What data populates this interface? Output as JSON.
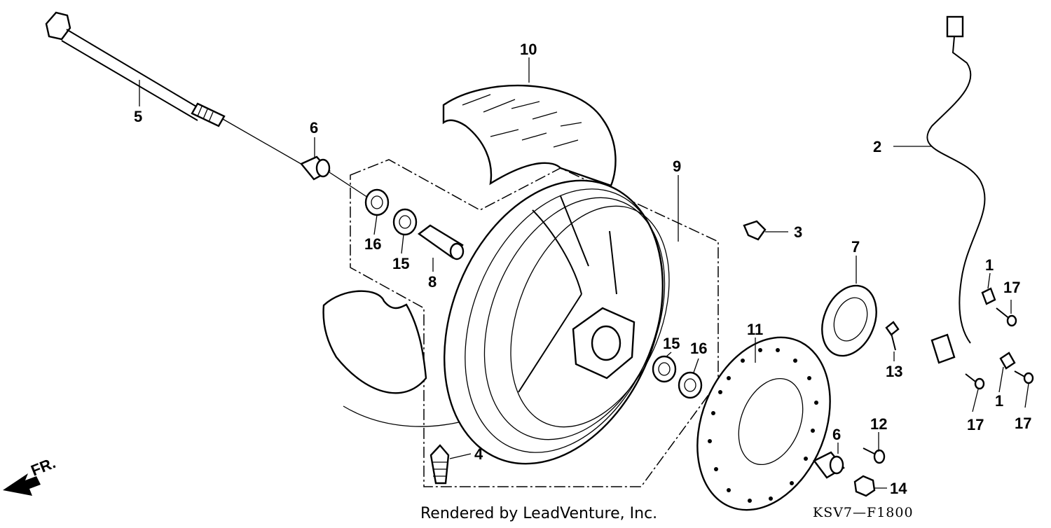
{
  "credit": "Rendered by LeadVenture, Inc.",
  "diagram_code": "KSV7—F1800",
  "front_marker": "FR.",
  "callouts": [
    "1",
    "1",
    "2",
    "3",
    "4",
    "5",
    "6",
    "6",
    "7",
    "8",
    "9",
    "10",
    "11",
    "12",
    "13",
    "14",
    "15",
    "15",
    "16",
    "16",
    "17",
    "17",
    "17",
    "17"
  ],
  "icons": [
    "front-direction-arrow-icon"
  ]
}
